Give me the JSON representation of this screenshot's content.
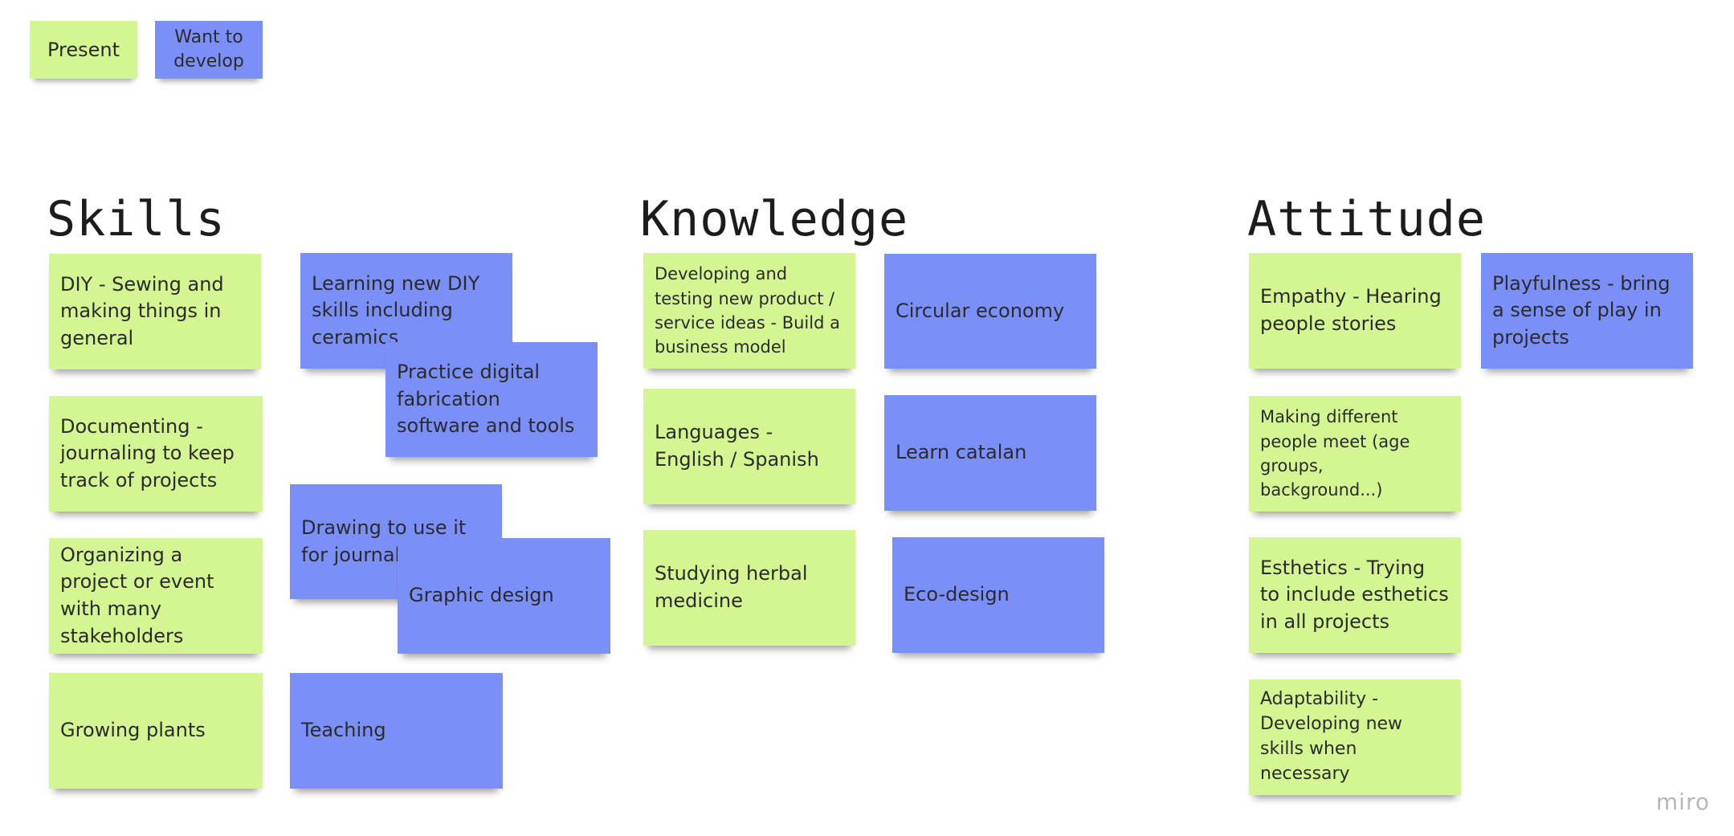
{
  "legend": {
    "present": "Present",
    "want_to_develop": "Want to develop"
  },
  "colors": {
    "present": "#d4f692",
    "want_to_develop": "#7b8ff8"
  },
  "sections": {
    "skills": {
      "title": "Skills",
      "notes": [
        "DIY - Sewing and making things in general",
        "Documenting - journaling to keep track of projects",
        "Organizing a project or event with many stakeholders",
        "Growing plants",
        "Learning new DIY skills including ceramics",
        "Practice digital fabrication software and tools",
        "Drawing to use it for journaling",
        "Graphic design",
        "Teaching"
      ]
    },
    "knowledge": {
      "title": "Knowledge",
      "notes": [
        "Developing and testing new product / service ideas - Build a business model",
        "Languages - English / Spanish",
        "Studying herbal medicine",
        "Circular economy",
        "Learn catalan",
        "Eco-design"
      ]
    },
    "attitude": {
      "title": "Attitude",
      "notes": [
        "Empathy - Hearing people stories",
        "Making different people meet (age groups, background...)",
        "Esthetics - Trying to include esthetics in all projects",
        "Adaptability - Developing new skills when necessary",
        "Playfulness - bring a sense of play in projects"
      ]
    }
  },
  "branding": {
    "logo": "miro"
  }
}
